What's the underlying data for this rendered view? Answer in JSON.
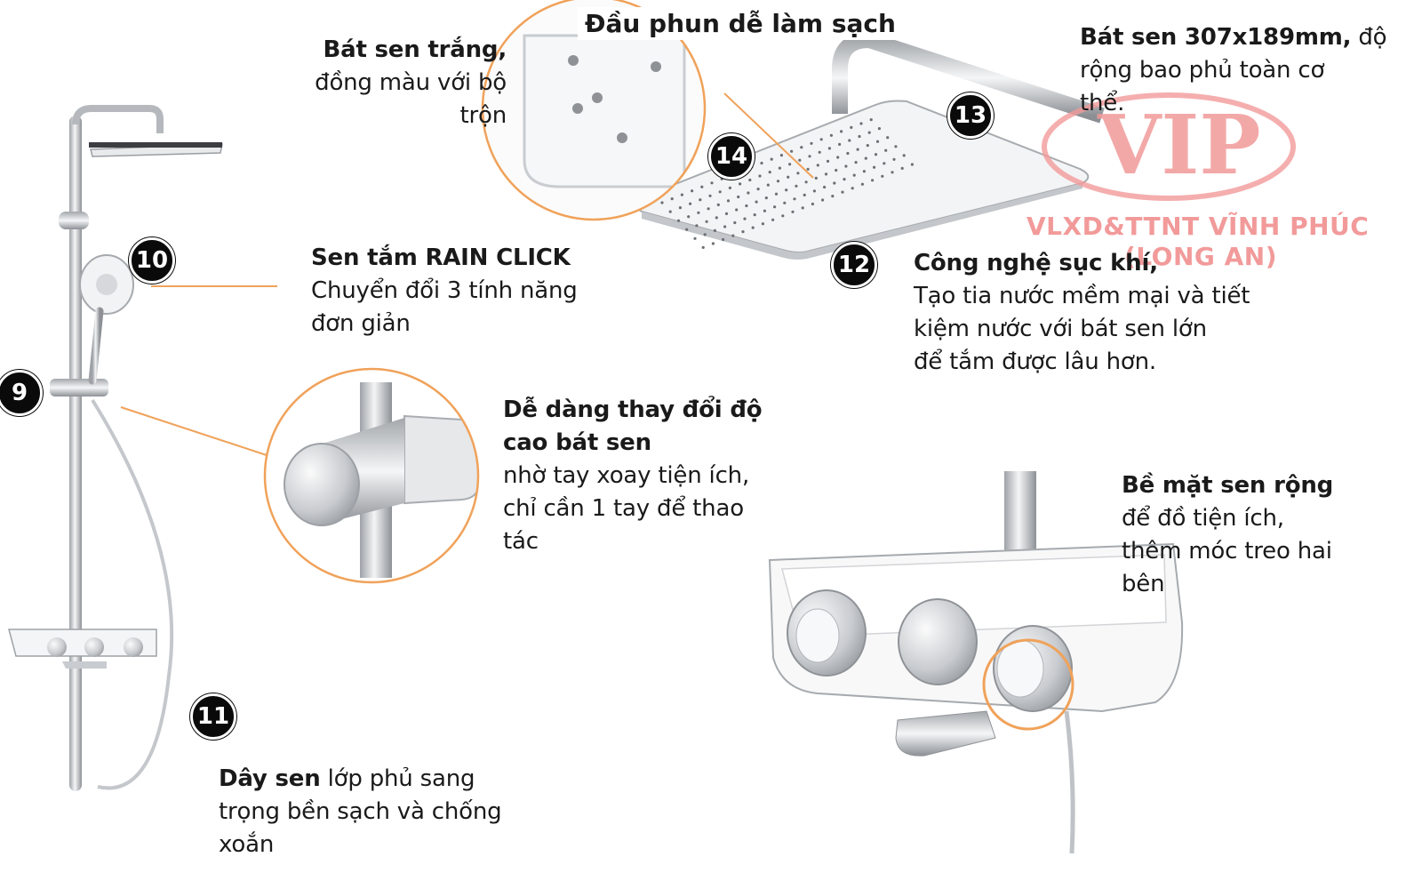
{
  "top_label": "Đầu phun dễ làm sạch",
  "callouts": {
    "white_head": {
      "bold": "Bát sen trắng,",
      "line2": "đồng màu với bộ",
      "line3": "trộn"
    },
    "size": {
      "bold": "Bát sen 307x189mm,",
      "tail": " độ",
      "line2": "rộng bao phủ toàn cơ",
      "line3": "thể."
    },
    "rain_click": {
      "bold": "Sen tắm RAIN CLICK",
      "line2": "Chuyển đổi 3 tính năng",
      "line3": "đơn giản"
    },
    "aeration": {
      "bold": "Công nghệ sục khí,",
      "line2": "Tạo tia nước mềm mại và tiết",
      "line3": "kiệm nước với bát sen lớn",
      "line4": "để tắm được lâu hơn."
    },
    "height": {
      "bold1": "Dễ dàng thay đổi độ",
      "bold2": "cao bát sen",
      "line3": "nhờ tay xoay tiện ích,",
      "line4": "chỉ cần 1 tay để thao",
      "line5": "tác"
    },
    "surface": {
      "bold": "Bề mặt sen rộng",
      "line2": "để đồ tiện ích,",
      "line3": "thêm móc treo hai",
      "line4": "bên"
    },
    "hose": {
      "bold": "Dây sen",
      "tail": " lớp phủ sang",
      "line2": "trọng bền sạch và chống",
      "line3": "xoắn"
    }
  },
  "badges": {
    "b9": "9",
    "b10": "10",
    "b11": "11",
    "b12": "12",
    "b13": "13",
    "b14": "14"
  },
  "watermark": {
    "logo": "VIP",
    "line1": "VLXD&TTNT VĨNH PHÚC",
    "line2": "(LONG AN)"
  },
  "colors": {
    "accent_orange": "#f0a25a",
    "watermark_red": "#f29a9a",
    "chrome": "#b9bcc0"
  }
}
